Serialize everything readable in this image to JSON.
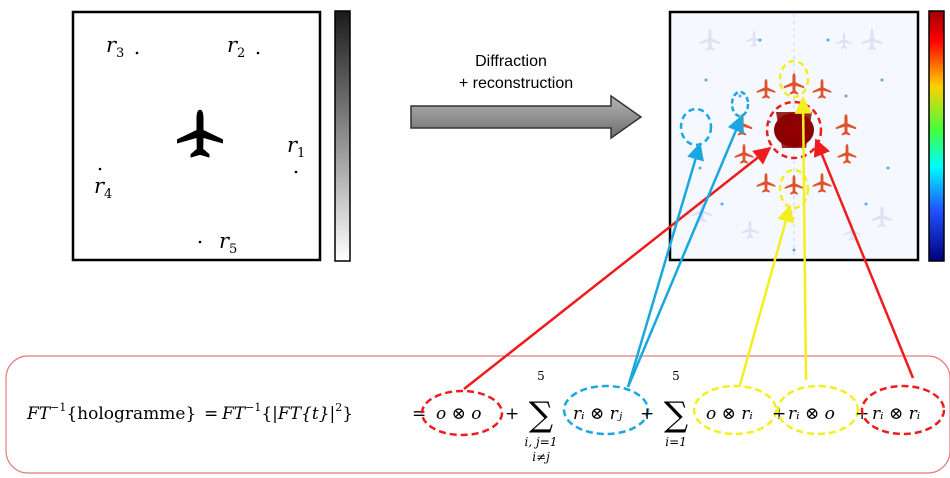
{
  "object_panel": {
    "points": [
      {
        "sym": "r",
        "sub": "3"
      },
      {
        "sym": "r",
        "sub": "2"
      },
      {
        "sym": "r",
        "sub": "1"
      },
      {
        "sym": "r",
        "sub": "4"
      },
      {
        "sym": "r",
        "sub": "5"
      }
    ]
  },
  "process_arrow": {
    "line1": "Diffraction",
    "line2": "+ reconstruction"
  },
  "equation": {
    "lhs_ft": "FT",
    "lhs_exp": "−1",
    "lhs_arg": "{hologramme}",
    "eq1": "=",
    "rhs_ft": "FT",
    "rhs_exp": "−1",
    "rhs_arg_open": "{|",
    "rhs_inner_ft": "FT",
    "rhs_inner_arg": "{t}",
    "rhs_arg_close": "|",
    "rhs_sq": "2",
    "rhs_close": "}",
    "eq2": "=",
    "term_oo": "o ⊗ o",
    "plus1": "+",
    "sum1_top": "5",
    "sum1_bottom": "i, j=1",
    "sum1_cond": "i≠j",
    "term_rr": "rᵢ ⊗ rⱼ",
    "plus2": "+",
    "sum2_top": "5",
    "sum2_bottom": "i=1",
    "term_or": "o ⊗ rᵢ",
    "plus3": "+",
    "term_ro": "rᵢ ⊗ o",
    "plus4": "+",
    "term_rri": "rᵢ ⊗ rᵢ",
    "sigma": "∑"
  },
  "colors": {
    "red": "#ee1c1c",
    "blue": "#1aa7e0",
    "yellow": "#f2ef1c",
    "frame_red": "#e87b7b",
    "plane_red": "#e0522c"
  },
  "icons": [
    "airplane-icon",
    "grayscale-colorbar",
    "rainbow-colorbar",
    "arrow-right-icon"
  ]
}
